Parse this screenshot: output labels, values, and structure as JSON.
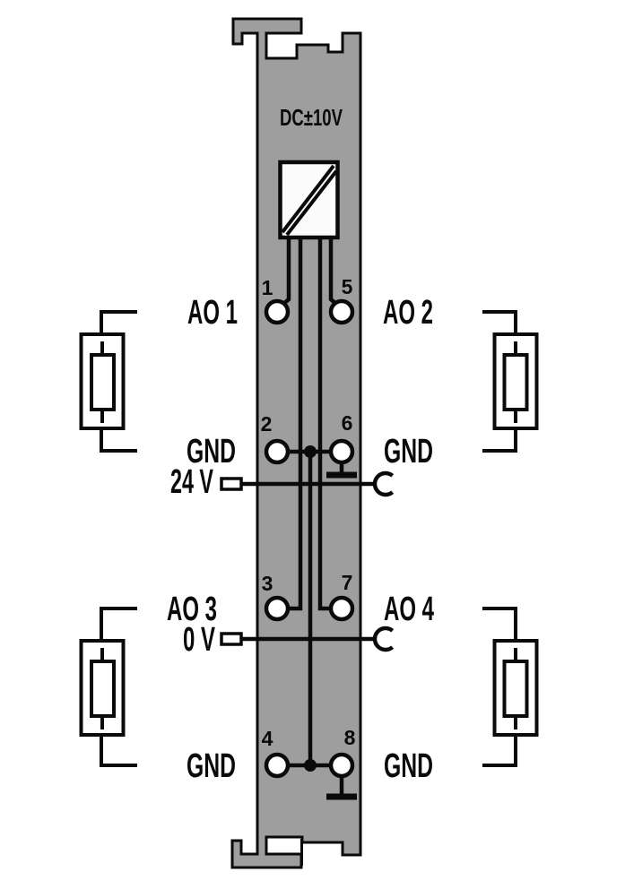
{
  "module": {
    "signal_label": "DC±10V",
    "type": "analog-output-module",
    "colors": {
      "body": "#9e9e9e",
      "outline": "#0a0a0a",
      "terminal_fill": "#ffffff",
      "dac_fill": "#fbfbfb",
      "background": "#ffffff"
    }
  },
  "terminals": {
    "t1": {
      "number": "1",
      "label": "AO 1"
    },
    "t5": {
      "number": "5",
      "label": "AO 2"
    },
    "t2": {
      "number": "2",
      "label": "GND"
    },
    "t6": {
      "number": "6",
      "label": "GND"
    },
    "t3": {
      "number": "3",
      "label": "AO 3"
    },
    "t7": {
      "number": "7",
      "label": "AO 4"
    },
    "t4": {
      "number": "4",
      "label": "GND"
    },
    "t8": {
      "number": "8",
      "label": "GND"
    }
  },
  "rails": {
    "supply": {
      "label": "24 V"
    },
    "zero": {
      "label": "0 V"
    }
  },
  "symbols": {
    "dac": "digital-to-analog-converter",
    "load": "load-resistor",
    "ground": "ground",
    "tap": "potential-tap"
  }
}
